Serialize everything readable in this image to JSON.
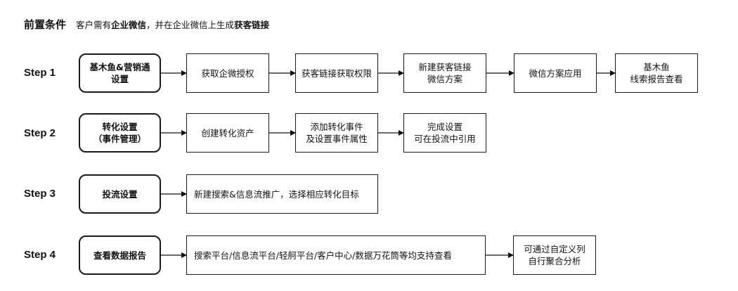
{
  "precondition": {
    "title": "前置条件",
    "text_1": "客户需有",
    "text_2": "企业微信",
    "text_3": "，并在企业微信上生成",
    "text_4": "获客链接"
  },
  "steps": [
    {
      "label": "Step 1",
      "boxes": [
        "基木鱼&营销通\n设置",
        "获取企微授权",
        "获客链接获取权限",
        "新建获客链接\n微信方案",
        "微信方案应用",
        "基木鱼\n线索报告查看"
      ]
    },
    {
      "label": "Step 2",
      "boxes": [
        "转化设置\n（事件管理）",
        "创建转化资产",
        "添加转化事件\n及设置事件属性",
        "完成设置\n可在投流中引用"
      ]
    },
    {
      "label": "Step 3",
      "boxes": [
        "投流设置",
        "新建搜索&信息流推广，选择相应转化目标"
      ]
    },
    {
      "label": "Step 4",
      "boxes": [
        "查看数据报告",
        "搜索平台/信息流平台/轻舸平台/客户中心/数据万花筒等均支持查看",
        "可通过自定义列\n自行聚合分析"
      ]
    }
  ]
}
